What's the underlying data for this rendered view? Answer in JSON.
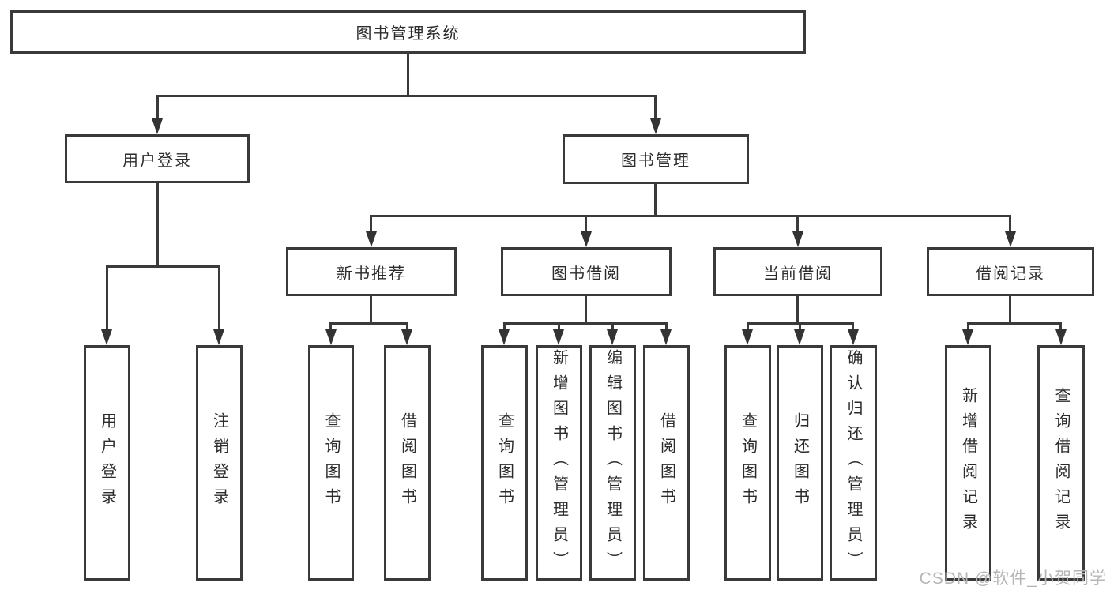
{
  "diagram": {
    "root": {
      "label": "图书管理系统"
    },
    "level1": [
      {
        "id": "user-login-group",
        "label": "用户登录"
      },
      {
        "id": "book-management",
        "label": "图书管理"
      }
    ],
    "level2": [
      {
        "id": "new-book-recommend",
        "label": "新书推荐"
      },
      {
        "id": "book-borrowing",
        "label": "图书借阅"
      },
      {
        "id": "current-borrowing",
        "label": "当前借阅"
      },
      {
        "id": "borrowing-records",
        "label": "借阅记录"
      }
    ],
    "leaves": [
      {
        "id": "user-login",
        "label": "用户登录"
      },
      {
        "id": "logout",
        "label": "注销登录"
      },
      {
        "id": "nb-query-books",
        "label": "查询图书"
      },
      {
        "id": "nb-borrow-books",
        "label": "借阅图书"
      },
      {
        "id": "bb-query-books",
        "label": "查询图书"
      },
      {
        "id": "bb-add-books-admin",
        "label": "新增图书（管理员）"
      },
      {
        "id": "bb-edit-books-admin",
        "label": "编辑图书（管理员）"
      },
      {
        "id": "bb-borrow-books",
        "label": "借阅图书"
      },
      {
        "id": "cb-query-books",
        "label": "查询图书"
      },
      {
        "id": "cb-return-books",
        "label": "归还图书"
      },
      {
        "id": "cb-confirm-return-admin",
        "label": "确认归还（管理员）"
      },
      {
        "id": "br-add-record",
        "label": "新增借阅记录"
      },
      {
        "id": "br-query-record",
        "label": "查询借阅记录"
      }
    ],
    "watermark": "CSDN @软件_小贺同学",
    "colors": {
      "line": "#3a3a3a",
      "text": "#2c2c2c",
      "background": "#ffffff",
      "watermark": "#b6b6b6"
    }
  }
}
